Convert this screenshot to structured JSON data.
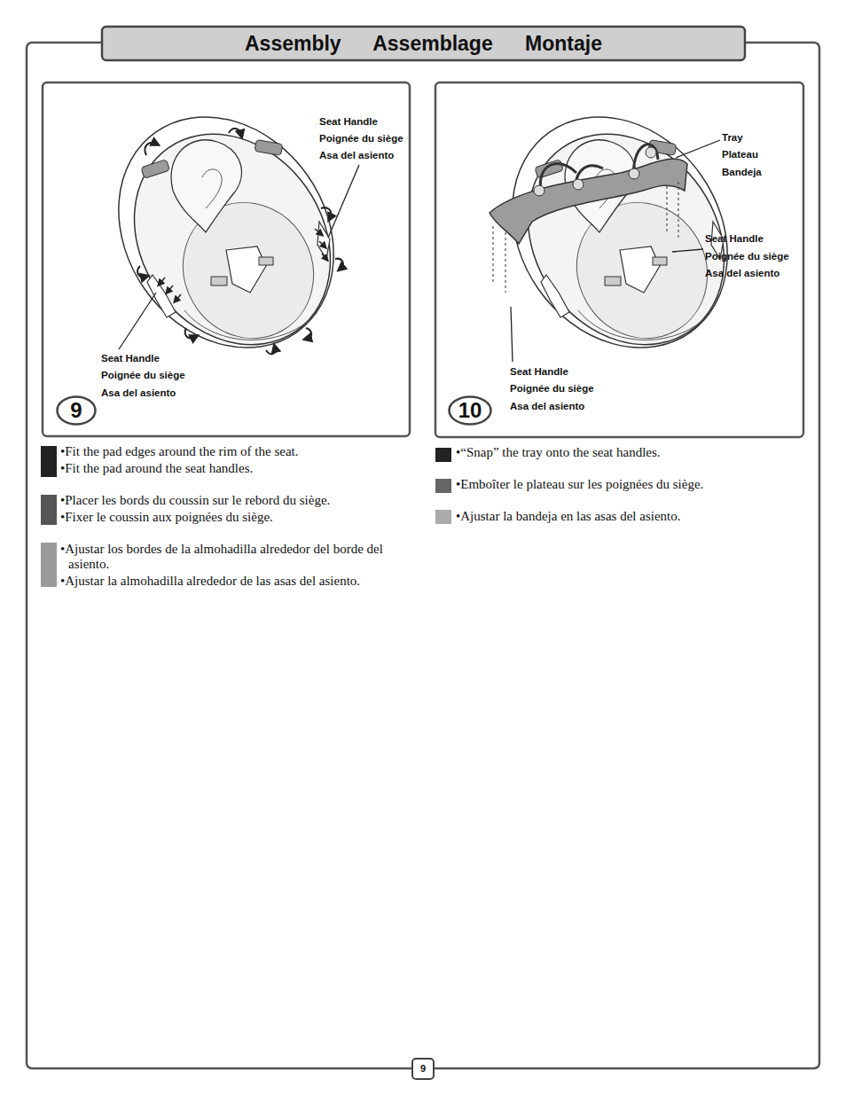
{
  "diagram": {
    "title": "Assembly Assemblage Montaje",
    "nodes": [
      {
        "text": [
          "9"
        ]
      },
      {
        "text": [
          "10"
        ]
      },
      {
        "text": [
          "9"
        ]
      }
    ],
    "labels": [
      "Seat Handle",
      "Poignée du siège",
      "Asa del asiento",
      "Seat Handle",
      "Poignée du siège",
      "Asa del asiento",
      "Tray",
      "Plateau",
      "Bandeja",
      "Seat Handle",
      "Poignée du siège",
      "Asa del asiento",
      "Seat Handle",
      "Poignée du siège",
      "Asa del asiento",
      "•Fit the pad edges around the rim of the seat.",
      "•Fit the pad around the seat handles.",
      "•Placer les bords du coussin sur le rebord du siège.",
      "•Fixer le coussin aux poignées du siège.",
      "•Ajustar los bordes de la almohadilla alrededor del borde del asiento.",
      "•Ajustar la almohadilla alrededor de las asas del asiento.",
      "•“Snap” the tray onto the seat handles.",
      "•Emboîter le plateau sur les poignées du siège.",
      "•Ajustar la bandeja en las asas del asiento."
    ]
  }
}
